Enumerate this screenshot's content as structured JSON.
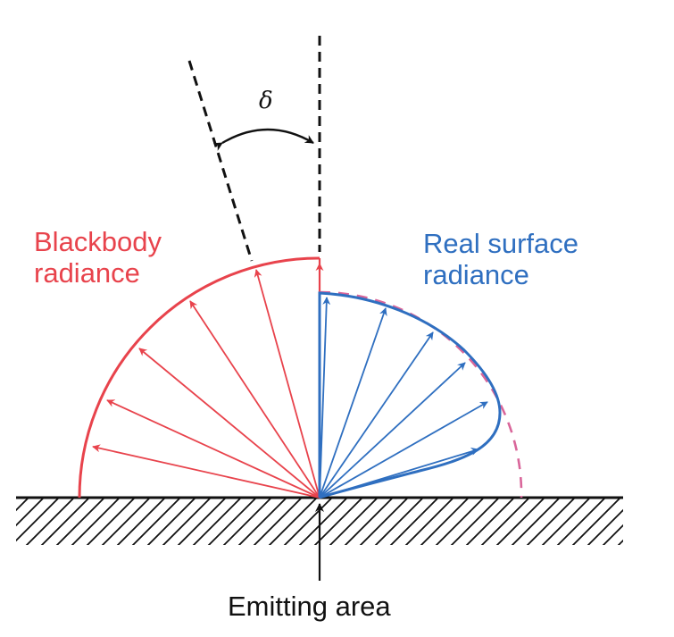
{
  "labels": {
    "blackbody": "Blackbody\nradiance",
    "real_surface": "Real surface\nradiance",
    "emitting_area": "Emitting area",
    "angle": "δ"
  },
  "colors": {
    "blackbody": "#e8434c",
    "real_surface": "#2f6fc0",
    "ideal_dashed": "#d9669a",
    "ink": "#111111"
  }
}
